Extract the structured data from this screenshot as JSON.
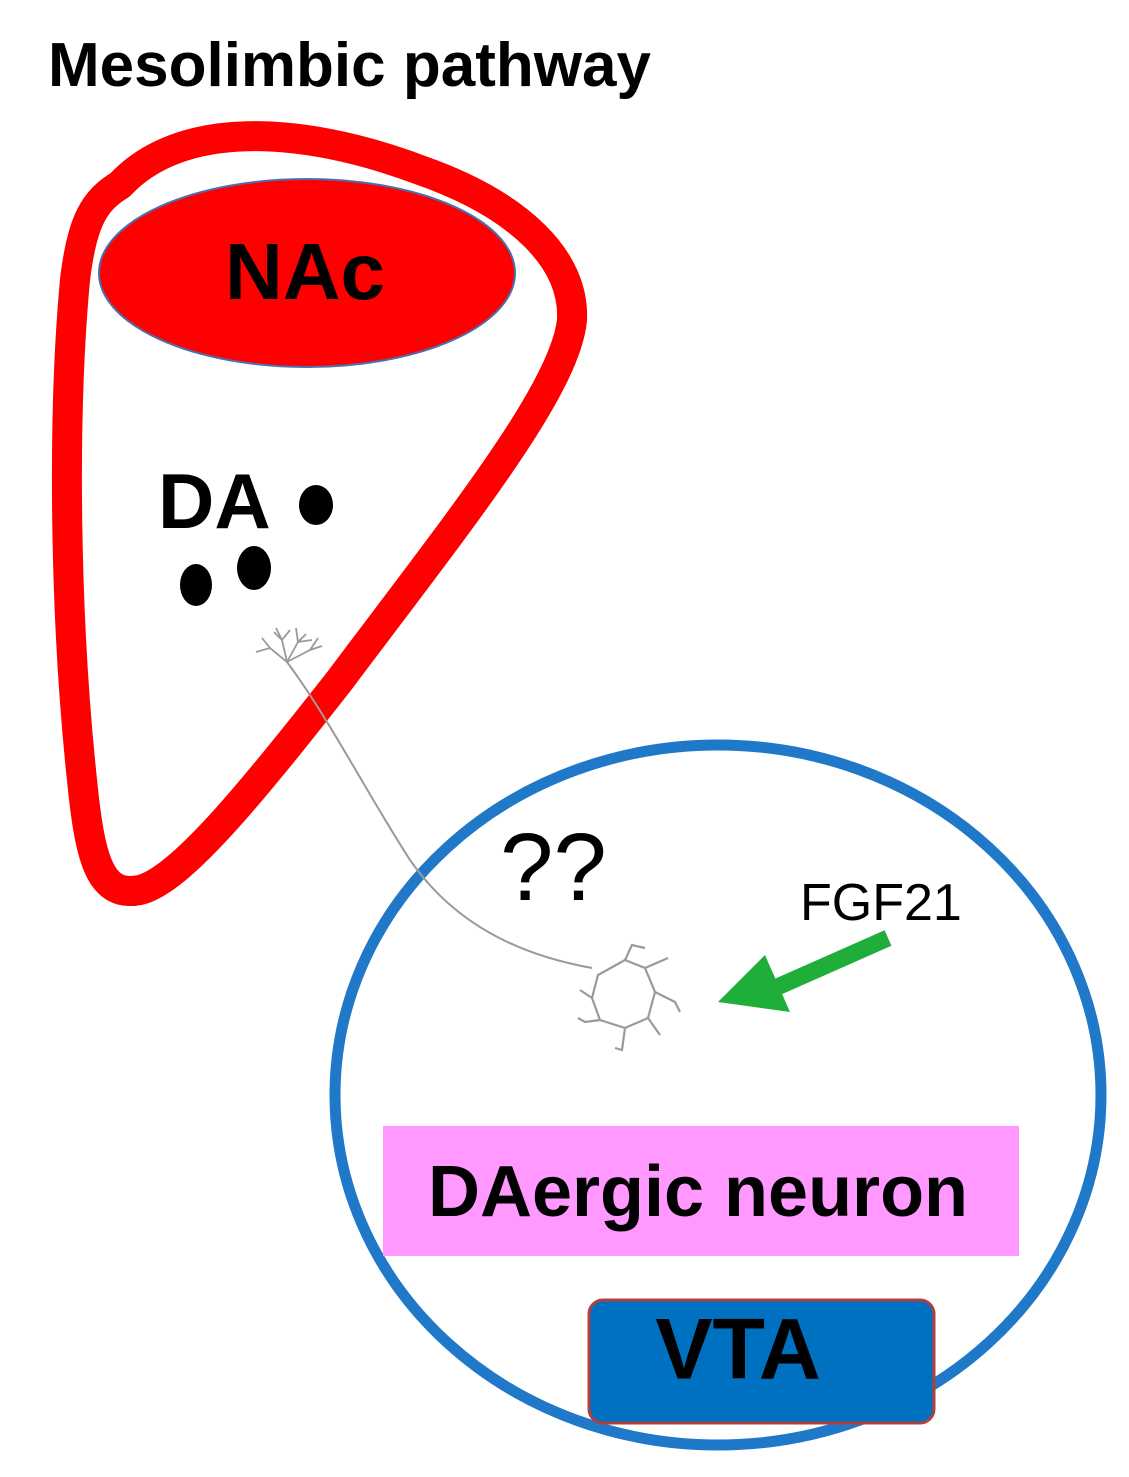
{
  "title": "Mesolimbic pathway",
  "regions": {
    "nac": {
      "label": "NAc",
      "fill": "#ff0000",
      "outline": "#ff0000"
    },
    "vta": {
      "label": "VTA",
      "fill": "#0070c0",
      "outline": "#1f78c8"
    }
  },
  "labels": {
    "da": "DA",
    "unknown_mechanism": "??",
    "fgf21": "FGF21",
    "daergic_neuron": "DAergic neuron"
  },
  "colors": {
    "daergic_box": "#ff99ff",
    "fgf21_arrow": "#1fae3a",
    "neuron_line": "#9a9a9a",
    "vta_box_border": "#b04040"
  }
}
